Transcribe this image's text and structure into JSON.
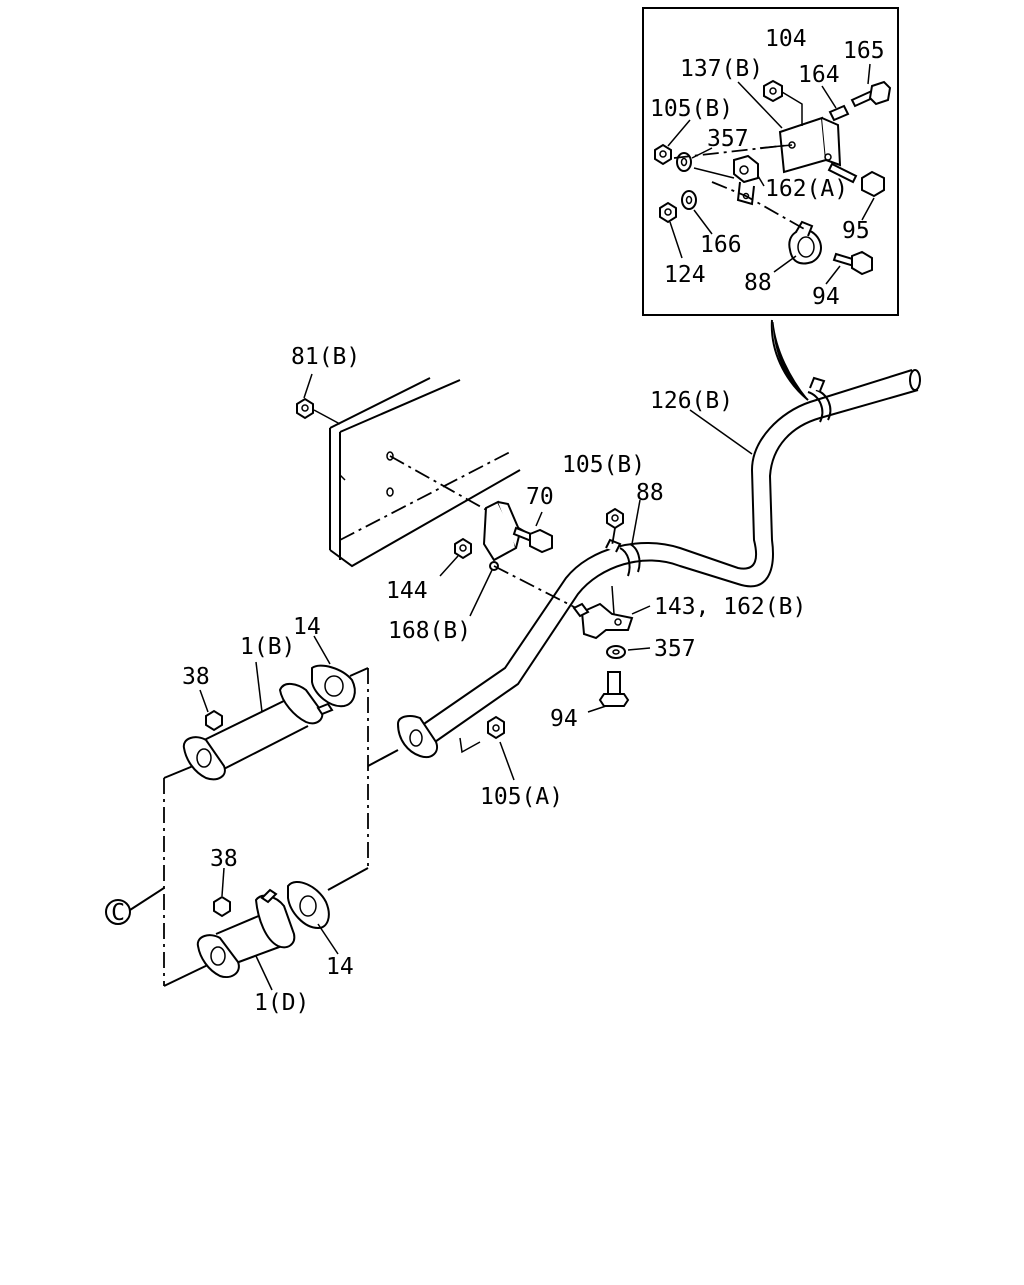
{
  "labels": {
    "inset_104": "104",
    "inset_165": "165",
    "inset_137b": "137(B)",
    "inset_164": "164",
    "inset_105b": "105(B)",
    "inset_357": "357",
    "inset_162a": "162(A)",
    "inset_166": "166",
    "inset_95": "95",
    "inset_124": "124",
    "inset_88": "88",
    "inset_94": "94",
    "p81b": "81(B)",
    "p126b": "126(B)",
    "p105b": "105(B)",
    "p88": "88",
    "p70": "70",
    "p144": "144",
    "p168b": "168(B)",
    "p143_162b": "143, 162(B)",
    "p357": "357",
    "p94": "94",
    "p105a": "105(A)",
    "p14_top": "14",
    "p1b": "1(B)",
    "p38_top": "38",
    "p38_bottom": "38",
    "p14_bottom": "14",
    "p1d": "1(D)",
    "ref_c": "C"
  }
}
